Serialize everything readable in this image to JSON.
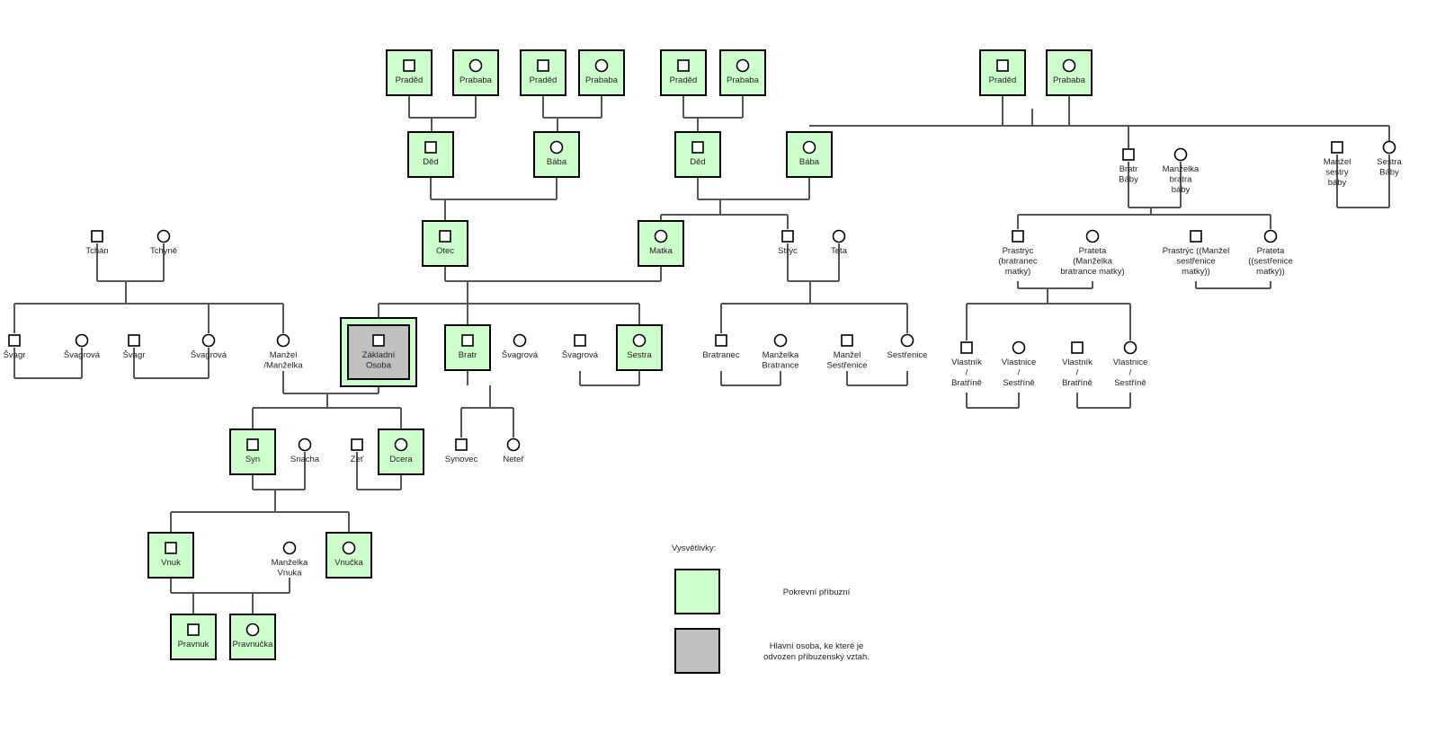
{
  "colors": {
    "blood": "#ccffcc",
    "main": "#c0c0c0",
    "line": "#555555"
  },
  "people": {
    "pradedF1": {
      "gender": "male",
      "hl": "blood",
      "label": [
        "Praděd"
      ]
    },
    "prababaF1": {
      "gender": "female",
      "hl": "blood",
      "label": [
        "Prababa"
      ]
    },
    "pradedF2": {
      "gender": "male",
      "hl": "blood",
      "label": [
        "Praděd"
      ]
    },
    "prababaF2": {
      "gender": "female",
      "hl": "blood",
      "label": [
        "Prababa"
      ]
    },
    "pradedM1": {
      "gender": "male",
      "hl": "blood",
      "label": [
        "Praděd"
      ]
    },
    "prababaM1": {
      "gender": "female",
      "hl": "blood",
      "label": [
        "Prababa"
      ]
    },
    "pradedM2": {
      "gender": "male",
      "hl": "blood",
      "label": [
        "Praděd"
      ]
    },
    "prababaM2": {
      "gender": "female",
      "hl": "blood",
      "label": [
        "Prababa"
      ]
    },
    "dedF": {
      "gender": "male",
      "hl": "blood",
      "label": [
        "Děd"
      ]
    },
    "babaF": {
      "gender": "female",
      "hl": "blood",
      "label": [
        "Bába"
      ]
    },
    "dedM": {
      "gender": "male",
      "hl": "blood",
      "label": [
        "Děd"
      ]
    },
    "babaM": {
      "gender": "female",
      "hl": "blood",
      "label": [
        "Bába"
      ]
    },
    "bratrBaby": {
      "gender": "male",
      "hl": "",
      "label": [
        "Bratr",
        "Báby"
      ]
    },
    "manzelkaBratraBaby": {
      "gender": "female",
      "hl": "",
      "label": [
        "Manželka",
        "bratra",
        "báby"
      ]
    },
    "manzelSestryBaby": {
      "gender": "male",
      "hl": "",
      "label": [
        "Manžel",
        "sestry",
        "báby"
      ]
    },
    "sestraBaby": {
      "gender": "female",
      "hl": "",
      "label": [
        "Sestra",
        "Báby"
      ]
    },
    "tchan": {
      "gender": "male",
      "hl": "",
      "label": [
        "Tchán"
      ]
    },
    "tchyne": {
      "gender": "female",
      "hl": "",
      "label": [
        "Tchyně"
      ]
    },
    "otec": {
      "gender": "male",
      "hl": "blood",
      "label": [
        "Otec"
      ]
    },
    "matka": {
      "gender": "female",
      "hl": "blood",
      "label": [
        "Matka"
      ]
    },
    "stryc": {
      "gender": "male",
      "hl": "",
      "label": [
        "Strýc"
      ]
    },
    "teta": {
      "gender": "female",
      "hl": "",
      "label": [
        "Teta"
      ]
    },
    "prastryc1": {
      "gender": "male",
      "hl": "",
      "label": [
        "Prastrýc",
        "(bratranec",
        "matky)"
      ]
    },
    "prateta1": {
      "gender": "female",
      "hl": "",
      "label": [
        "Prateta",
        "(Manželka",
        "bratrance matky)"
      ]
    },
    "prastryc2": {
      "gender": "male",
      "hl": "",
      "label": [
        "Prastrýc ((Manžel",
        "sestřenice",
        "matky))"
      ]
    },
    "prateta2": {
      "gender": "female",
      "hl": "",
      "label": [
        "Prateta",
        "((sestřenice",
        "matky))"
      ]
    },
    "svagr1": {
      "gender": "male",
      "hl": "",
      "label": [
        "Švagr"
      ]
    },
    "svagrova1": {
      "gender": "female",
      "hl": "",
      "label": [
        "Švagrová"
      ]
    },
    "svagr2": {
      "gender": "male",
      "hl": "",
      "label": [
        "Švagr"
      ]
    },
    "svagrova2": {
      "gender": "female",
      "hl": "",
      "label": [
        "Švagrová"
      ]
    },
    "manzel": {
      "gender": "female",
      "hl": "",
      "label": [
        "Manžel",
        "/Manželka"
      ]
    },
    "zakladni": {
      "gender": "male",
      "hl": "main",
      "label": [
        "Základní",
        "Osoba"
      ]
    },
    "bratr": {
      "gender": "male",
      "hl": "blood",
      "label": [
        "Bratr"
      ]
    },
    "svagrova3": {
      "gender": "female",
      "hl": "",
      "label": [
        "Švagrová"
      ]
    },
    "svagrova4": {
      "gender": "male",
      "hl": "",
      "label": [
        "Švagrová"
      ]
    },
    "sestra": {
      "gender": "female",
      "hl": "blood",
      "label": [
        "Sestra"
      ]
    },
    "bratranec": {
      "gender": "male",
      "hl": "",
      "label": [
        "Bratranec"
      ]
    },
    "manzelkaBratrance": {
      "gender": "female",
      "hl": "",
      "label": [
        "Manželka",
        "Bratrance"
      ]
    },
    "manzelSestrenice": {
      "gender": "male",
      "hl": "",
      "label": [
        "Manžel",
        "Sestřenice"
      ]
    },
    "sestrenice": {
      "gender": "female",
      "hl": "",
      "label": [
        "Sestřenice"
      ]
    },
    "vlastnik1": {
      "gender": "male",
      "hl": "",
      "label": [
        "Vlastník",
        "/",
        "Bratříně"
      ]
    },
    "vlastnice1": {
      "gender": "female",
      "hl": "",
      "label": [
        "Vlastnice",
        "/",
        "Sestříně"
      ]
    },
    "vlastnik2": {
      "gender": "male",
      "hl": "",
      "label": [
        "Vlastník",
        "/",
        "Bratříně"
      ]
    },
    "vlastnice2": {
      "gender": "female",
      "hl": "",
      "label": [
        "Vlastnice",
        "/",
        "Sestříně"
      ]
    },
    "syn": {
      "gender": "male",
      "hl": "blood",
      "label": [
        "Syn"
      ]
    },
    "snacha": {
      "gender": "female",
      "hl": "",
      "label": [
        "Snacha"
      ]
    },
    "zet": {
      "gender": "male",
      "hl": "",
      "label": [
        "Zeť"
      ]
    },
    "dcera": {
      "gender": "female",
      "hl": "blood",
      "label": [
        "Dcera"
      ]
    },
    "synovec": {
      "gender": "male",
      "hl": "",
      "label": [
        "Synovec"
      ]
    },
    "neter": {
      "gender": "female",
      "hl": "",
      "label": [
        "Neteř"
      ]
    },
    "vnuk": {
      "gender": "male",
      "hl": "blood",
      "label": [
        "Vnuk"
      ]
    },
    "manzelkaVnuka": {
      "gender": "female",
      "hl": "",
      "label": [
        "Manželka",
        "Vnuka"
      ]
    },
    "vnucka": {
      "gender": "female",
      "hl": "blood",
      "label": [
        "Vnučka"
      ]
    },
    "pravnuk": {
      "gender": "male",
      "hl": "blood",
      "label": [
        "Pravnuk"
      ]
    },
    "pravnucka": {
      "gender": "female",
      "hl": "blood",
      "label": [
        "Pravnučka"
      ]
    }
  },
  "legend": {
    "title": "Vysvětlivky:",
    "items": [
      {
        "kind": "blood",
        "lines": [
          "Pokrevní příbuzní"
        ]
      },
      {
        "kind": "main",
        "lines": [
          "Hlavní osoba, ke které je",
          "odvozen příbuzenský vztah."
        ]
      }
    ]
  }
}
